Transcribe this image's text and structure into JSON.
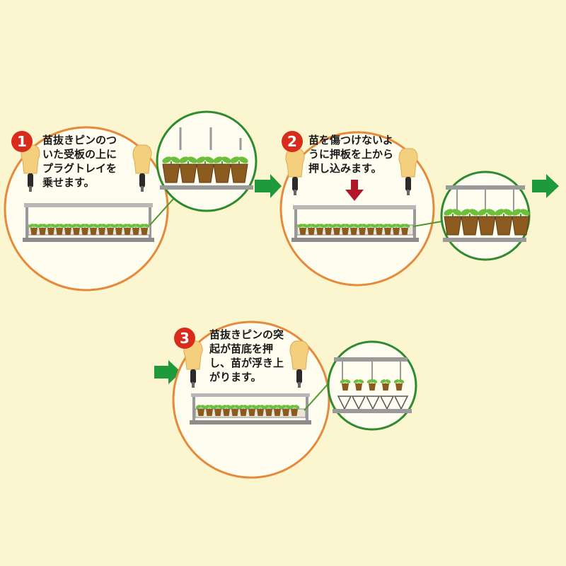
{
  "colors": {
    "background": "#fbf6cf",
    "circle_fill": "#fffdf0",
    "circle_border": "#e58a3a",
    "badge": "#d92b1c",
    "arrow_green": "#1f9a3a",
    "arrow_press": "#b0182a",
    "soil": "#8a5a1e",
    "leaf": "#6cbf3a",
    "frame": "#8c8c8c",
    "glove": "#f3cf7e"
  },
  "steps": [
    {
      "number": "1",
      "text": "苗抜きピンのつ\nいた受板の上に\nプラグトレイを\n乗せます。"
    },
    {
      "number": "2",
      "text": "苗を傷つけないよ\nうに押板を上から\n押し込みます。"
    },
    {
      "number": "3",
      "text": "苗抜きピンの突\n起が苗底を押\nし、苗が浮き上\nがります。"
    }
  ],
  "icons": [
    "right-arrow-icon",
    "down-arrow-icon",
    "glove-hand-icon",
    "seedling-icon"
  ]
}
